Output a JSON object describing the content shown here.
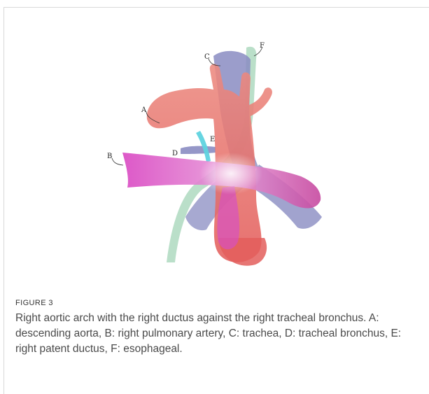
{
  "figure": {
    "labels": [
      "A",
      "B",
      "C",
      "D",
      "E",
      "F"
    ],
    "colors": {
      "aorta": "#e8776c",
      "pulmonary": "#d54fc8",
      "trachea": "#8a8cc2",
      "esophagus": "#a9d7bc",
      "ductus": "#5fd3df"
    }
  },
  "caption": {
    "label": "FIGURE 3",
    "text": "Right aortic arch with the right ductus against the right tracheal bronchus. A: descending aorta, B: right pulmonary artery, C: trachea, D: tracheal bronchus, E: right patent ductus, F: esophageal."
  }
}
